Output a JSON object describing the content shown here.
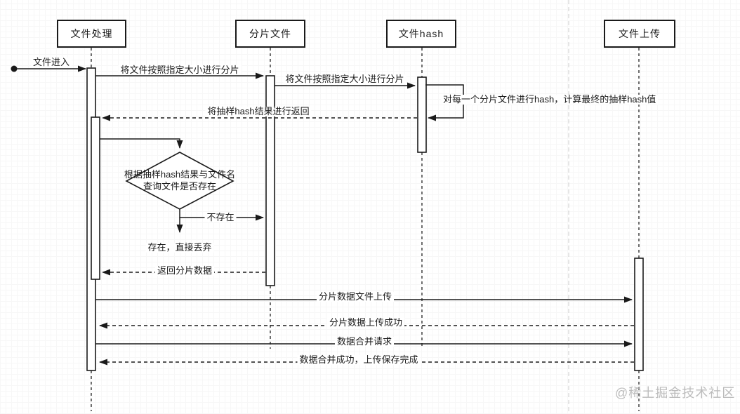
{
  "diagram": {
    "title_hint": "chunked-file-upload-sequence",
    "participants": [
      {
        "label": "文件处理"
      },
      {
        "label": "分片文件"
      },
      {
        "label": "文件hash"
      },
      {
        "label": "文件上传"
      }
    ],
    "messages": {
      "file_enter": "文件进入",
      "split_1": "将文件按照指定大小进行分片",
      "split_2": "将文件按照指定大小进行分片",
      "hash_loop": "对每一个分片文件进行hash，计算最终的抽样hash值",
      "hash_return": "将抽样hash结果进行返回",
      "decision_line1": "根据抽样hash结果与文件名",
      "decision_line2": "查询文件是否存在",
      "branch_not_exist": "不存在",
      "branch_exist_discard": "存在，直接丢弃",
      "return_chunk_data": "返回分片数据",
      "upload_chunk_data": "分片数据文件上传",
      "upload_success": "分片数据上传成功",
      "merge_request": "数据合并请求",
      "merge_success": "数据合并成功，上传保存完成"
    },
    "watermark": "@稀土掘金技术社区",
    "colors": {
      "ink": "#1a1a1a",
      "watermark_gray": "#bcbcbc",
      "guide_gray": "#cccccc",
      "grid_major": "#eaeaea"
    }
  }
}
